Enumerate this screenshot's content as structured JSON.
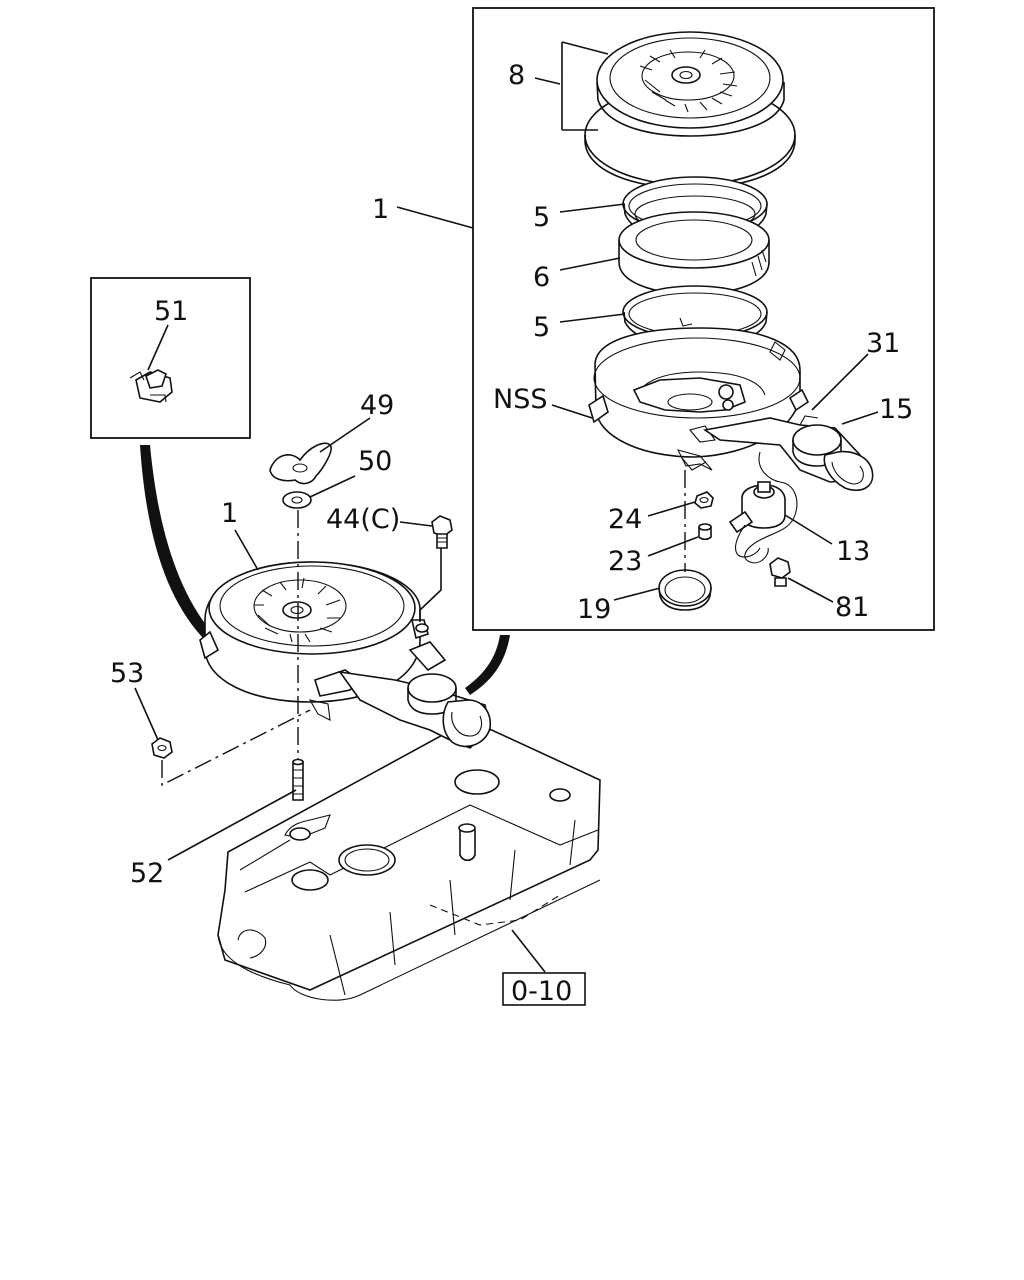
{
  "labels": {
    "p8": "8",
    "p1_inset": "1",
    "p5_top": "5",
    "p6": "6",
    "p5_bottom": "5",
    "p31": "31",
    "nss": "NSS",
    "p15": "15",
    "p24": "24",
    "p23": "23",
    "p13": "13",
    "p19": "19",
    "p81": "81",
    "p51": "51",
    "p49": "49",
    "p50": "50",
    "p44c": "44(C)",
    "p1_main": "1",
    "p53": "53",
    "p52": "52",
    "ref_0_10": "0-10"
  }
}
